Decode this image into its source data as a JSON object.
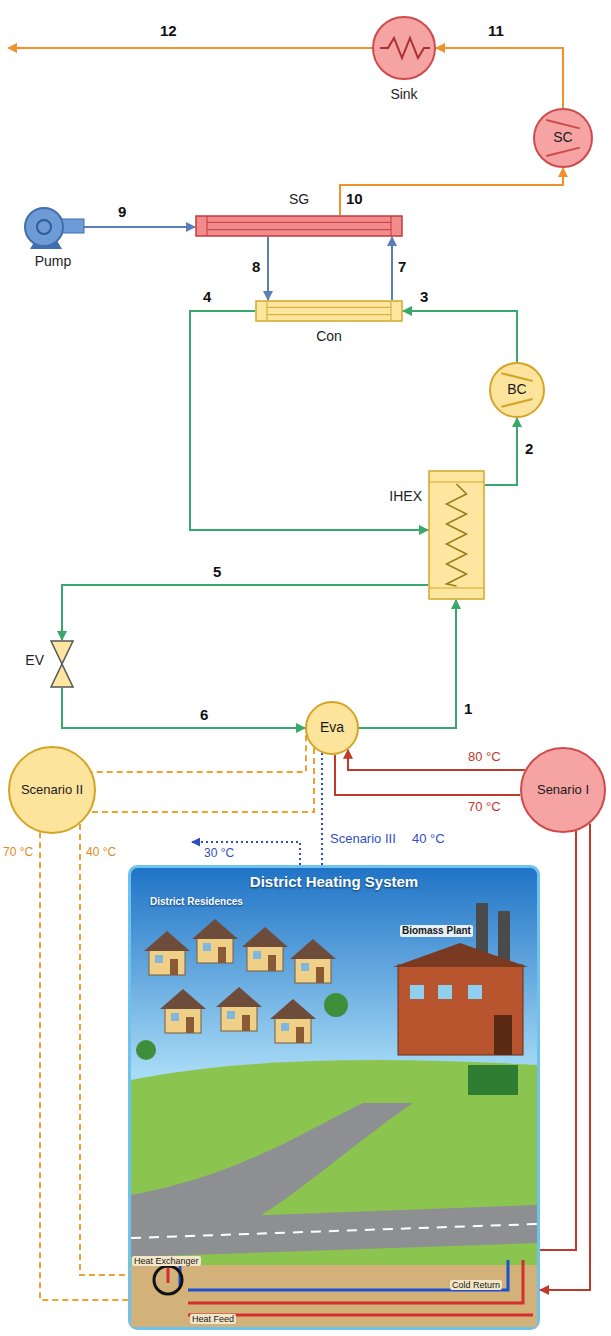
{
  "diagram": {
    "nodes": [
      {
        "text": [
          "Sink"
        ]
      },
      {
        "text": [
          "SC"
        ]
      },
      {
        "text": [
          "Pump"
        ]
      },
      {
        "text": [
          "SG"
        ]
      },
      {
        "text": [
          "Con"
        ]
      },
      {
        "text": [
          "BC"
        ]
      },
      {
        "text": [
          "IHEX"
        ]
      },
      {
        "text": [
          "EV"
        ]
      },
      {
        "text": [
          "Eva"
        ]
      },
      {
        "text": [
          "Scenario II"
        ]
      },
      {
        "text": [
          "Senario I"
        ]
      },
      {
        "text": [
          "District Heating System"
        ]
      }
    ],
    "edges": [
      {
        "from": 1,
        "to": 0,
        "arrow": "to",
        "label": "11"
      },
      {
        "from": 3,
        "to": 1,
        "arrow": "to",
        "label": "10"
      },
      {
        "from": 2,
        "to": 3,
        "arrow": "to",
        "label": "9"
      },
      {
        "from": 3,
        "to": 4,
        "arrow": "to",
        "label": "8"
      },
      {
        "from": 4,
        "to": 3,
        "arrow": "to",
        "label": "7"
      },
      {
        "from": 5,
        "to": 4,
        "arrow": "to",
        "label": "3"
      },
      {
        "from": 4,
        "to": 6,
        "arrow": "to",
        "label": "4"
      },
      {
        "from": 6,
        "to": 5,
        "arrow": "to",
        "label": "2"
      },
      {
        "from": 6,
        "to": 7,
        "arrow": "to",
        "label": "5"
      },
      {
        "from": 7,
        "to": 8,
        "arrow": "to",
        "label": "6"
      },
      {
        "from": 8,
        "to": 6,
        "arrow": "to",
        "label": "1"
      },
      {
        "from": 10,
        "to": 8,
        "arrow": "to"
      },
      {
        "from": 8,
        "to": 10,
        "arrow": "none"
      },
      {
        "from": 10,
        "to": 11,
        "arrow": "to"
      },
      {
        "from": 11,
        "to": 10,
        "arrow": "none"
      },
      {
        "from": 8,
        "to": 9,
        "arrow": "none"
      },
      {
        "from": 8,
        "to": 9,
        "arrow": "none"
      },
      {
        "from": 9,
        "to": 11,
        "arrow": "none"
      },
      {
        "from": 9,
        "to": 11,
        "arrow": "none"
      },
      {
        "from": 11,
        "to": 8,
        "arrow": "none"
      }
    ],
    "labels": [
      "12",
      "80 °C",
      "70 °C",
      "70 °C",
      "40 °C",
      "30 °C",
      "Scenario III",
      "40 °C",
      "District Residences",
      "Biomass Plant",
      "Heat Exchanger",
      "Heat Feed",
      "Cold Return"
    ]
  }
}
